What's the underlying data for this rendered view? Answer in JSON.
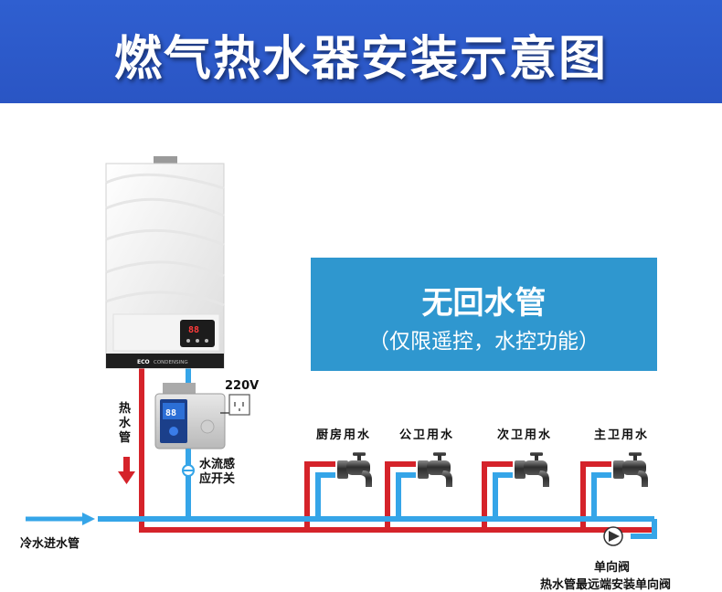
{
  "header": {
    "title": "燃气热水器安装示意图"
  },
  "info_box": {
    "title": "无回水管",
    "subtitle": "（仅限遥控，水控功能）"
  },
  "heater": {
    "brand": "ECO",
    "model_text": "CONDENSING",
    "display": "88"
  },
  "pump": {
    "power_label": "220V"
  },
  "labels": {
    "hot_pipe": "热水管",
    "hot_pipe_chars": [
      "热",
      "水",
      "管"
    ],
    "flow_switch": [
      "水流感",
      "应开关"
    ],
    "cold_inlet": "冷水进水管",
    "check_valve": "单向阀",
    "check_valve_note": "热水管最远端安装单向阀"
  },
  "faucets": [
    {
      "label": "厨房用水"
    },
    {
      "label": "公卫用水"
    },
    {
      "label": "次卫用水"
    },
    {
      "label": "主卫用水"
    }
  ],
  "colors": {
    "banner": "#2a55c4",
    "hot_pipe": "#d5232a",
    "cold_pipe": "#35a5e8",
    "info_box": "#2f97cf"
  }
}
